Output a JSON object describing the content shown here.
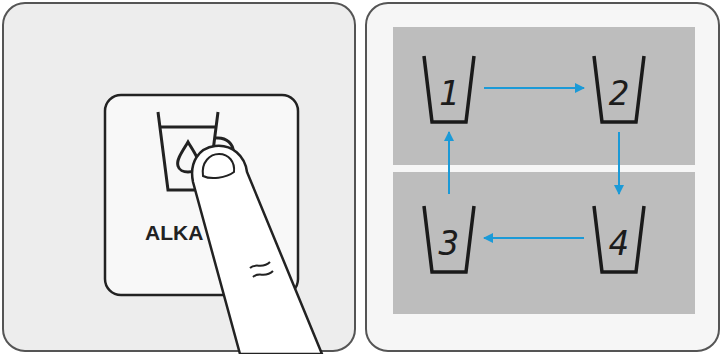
{
  "diagram": {
    "nodes": [
      {
        "text": [
          "ALKA"
        ]
      },
      {
        "text": [
          "1"
        ]
      },
      {
        "text": [
          "2"
        ]
      },
      {
        "text": [
          "3"
        ]
      },
      {
        "text": [
          "4"
        ]
      }
    ],
    "edges": [
      {
        "from": 1,
        "to": 2,
        "arrow": "to"
      },
      {
        "from": 2,
        "to": 4,
        "arrow": "to"
      },
      {
        "from": 4,
        "to": 3,
        "arrow": "to"
      },
      {
        "from": 3,
        "to": 1,
        "arrow": "to"
      }
    ]
  }
}
